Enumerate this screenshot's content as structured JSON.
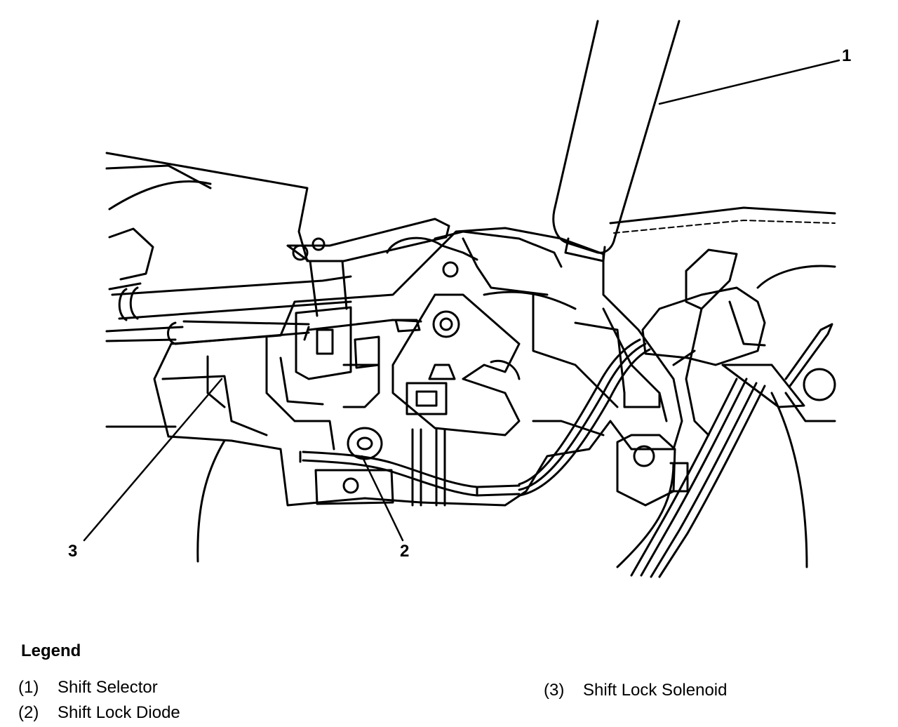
{
  "callouts": {
    "one": "1",
    "two": "2",
    "three": "3"
  },
  "legend": {
    "title": "Legend",
    "items": [
      {
        "num": "(1)",
        "label": "Shift Selector"
      },
      {
        "num": "(2)",
        "label": "Shift Lock Diode"
      },
      {
        "num": "(3)",
        "label": "Shift Lock Solenoid"
      }
    ]
  },
  "colors": {
    "line": "#000000",
    "background": "#ffffff"
  }
}
